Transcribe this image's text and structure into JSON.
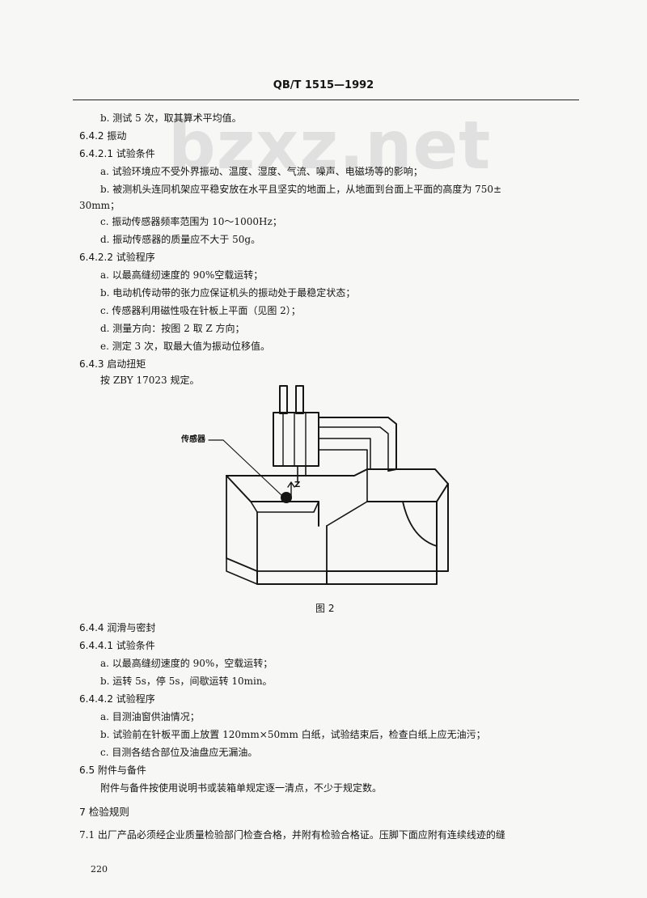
{
  "header": {
    "standard_code": "QB/T 1515—1992"
  },
  "watermark": "bzxz.net",
  "lines": [
    {
      "text": "b.  测试 5 次，取其算术平均值。"
    },
    {
      "text": "6.4.2  振动"
    },
    {
      "text": "6.4.2.1  试验条件"
    },
    {
      "text": "a.  试验环境应不受外界振动、温度、湿度、气流、噪声、电磁场等的影响；"
    },
    {
      "text": "b.  被测机头连同机架应平稳安放在水平且坚实的地面上，从地面到台面上平面的高度为 750±"
    },
    {
      "text": "30mm；"
    },
    {
      "text": "c.  振动传感器频率范围为 10～1000Hz；"
    },
    {
      "text": "d.  振动传感器的质量应不大于 50g。"
    },
    {
      "text": "6.4.2.2  试验程序"
    },
    {
      "text": "a.  以最高缝纫速度的 90%空载运转；"
    },
    {
      "text": "b.  电动机传动带的张力应保证机头的振动处于最稳定状态；"
    },
    {
      "text": "c.  传感器利用磁性吸在针板上平面（见图 2）；"
    },
    {
      "text": "d.  测量方向：按图 2 取 Z 方向；"
    },
    {
      "text": "e.  测定 3 次，取最大值为振动位移值。"
    },
    {
      "text": "6.4.3  启动扭矩"
    },
    {
      "text": "按 ZBY 17023 规定。"
    },
    {
      "text": "6.4.4  润滑与密封"
    },
    {
      "text": "6.4.4.1  试验条件"
    },
    {
      "text": "a.  以最高缝纫速度的 90%，空载运转；"
    },
    {
      "text": "b.  运转 5s，停 5s，间歇运转 10min。"
    },
    {
      "text": "6.4.4.2  试验程序"
    },
    {
      "text": "a.  目测油窗供油情况；"
    },
    {
      "text": "b.  试验前在针板平面上放置 120mm×50mm 白纸，试验结束后，检查白纸上应无油污；"
    },
    {
      "text": "c.  目测各结合部位及油盘应无漏油。"
    },
    {
      "text": "6.5  附件与备件"
    },
    {
      "text": "附件与备件按使用说明书或装箱单规定逐一清点，不少于规定数。"
    },
    {
      "text": "7  检验规则"
    },
    {
      "text": "7.1  出厂产品必须经企业质量检验部门检查合格，并附有检验合格证。压脚下面应附有连续线迹的缝"
    }
  ],
  "figure": {
    "sensor_label": "传感器",
    "axis_label": "Z",
    "caption": "图 2"
  },
  "page_number": "220"
}
